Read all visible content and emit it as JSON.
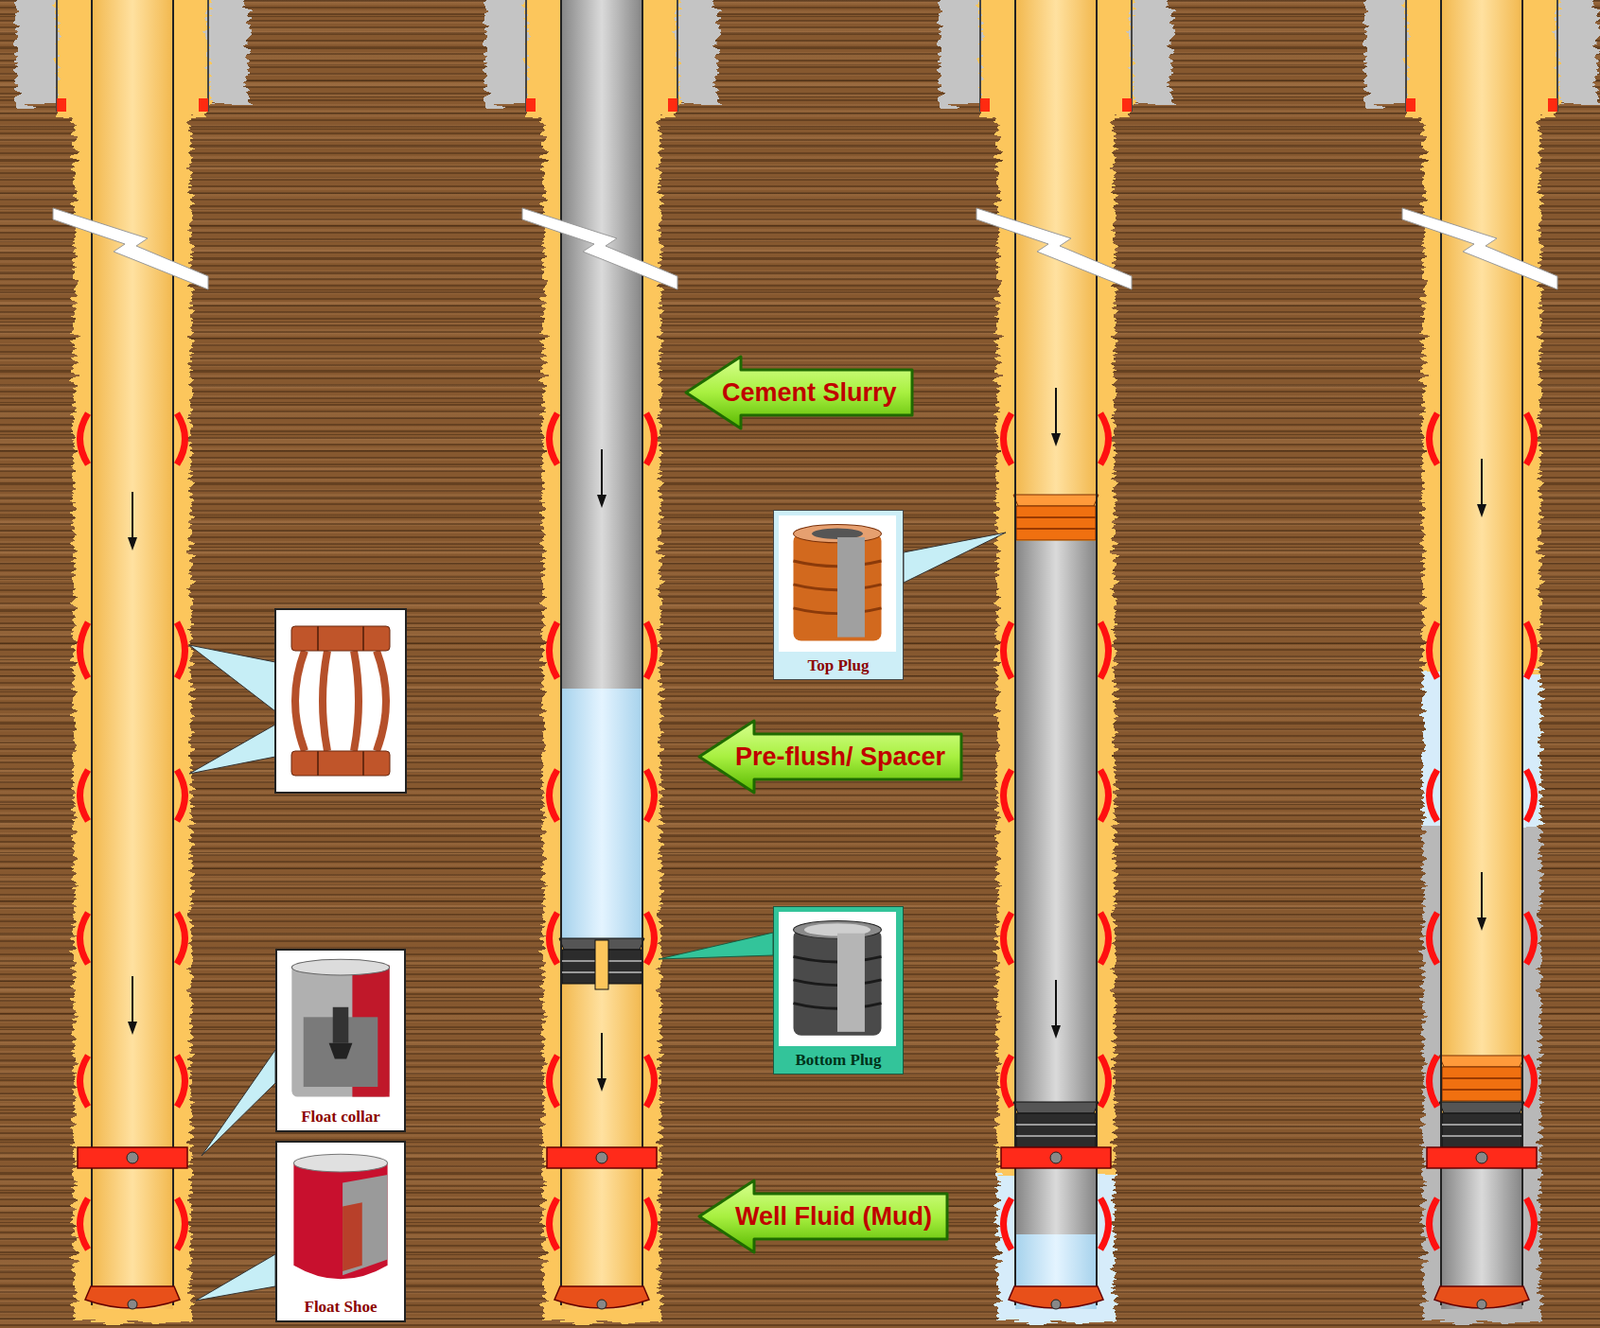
{
  "diagram": {
    "nodes": [
      {
        "text": [
          "Float collar"
        ]
      },
      {
        "text": [
          "Float Shoe"
        ]
      },
      {
        "text": [
          "Cement Slurry"
        ]
      },
      {
        "text": [
          "Top Plug"
        ]
      },
      {
        "text": [
          "Pre-flush/ Spacer"
        ]
      },
      {
        "text": [
          "Bottom Plug"
        ]
      },
      {
        "text": [
          "Well Fluid (Mud)"
        ]
      }
    ]
  }
}
